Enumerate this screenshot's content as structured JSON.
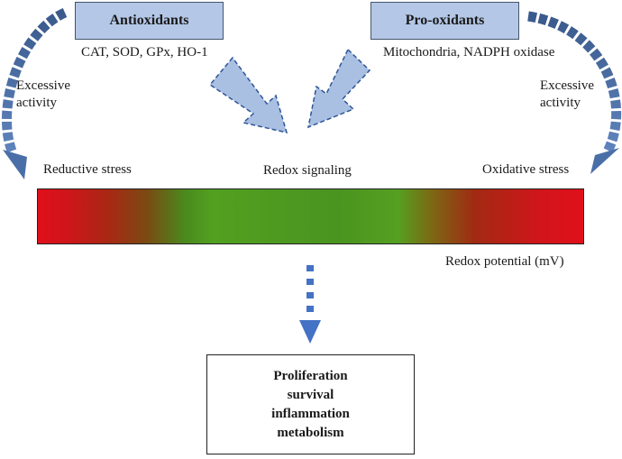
{
  "antioxidants": {
    "title": "Antioxidants",
    "examples": "CAT, SOD, GPx, HO-1"
  },
  "prooxidants": {
    "title": "Pro-oxidants",
    "examples": "Mitochondria, NADPH oxidase"
  },
  "excessive_activity": {
    "line1": "Excessive",
    "line2": "activity"
  },
  "stress": {
    "reductive": "Reductive stress",
    "signaling": "Redox signaling",
    "oxidative": "Oxidative stress"
  },
  "redox_potential_label": "Redox potential (mV)",
  "outcomes": [
    "Proliferation",
    "survival",
    "inflammation",
    "metabolism"
  ],
  "colors": {
    "box_fill": "#b4c7e7",
    "arrow_fill": "#a9c0e2",
    "arrow_stroke": "#2f5597",
    "curved_arrow": "#4a6fa8",
    "reductive_red": "#e0101a",
    "signaling_green": "#4a9420",
    "oxidative_red": "#e0101a"
  }
}
